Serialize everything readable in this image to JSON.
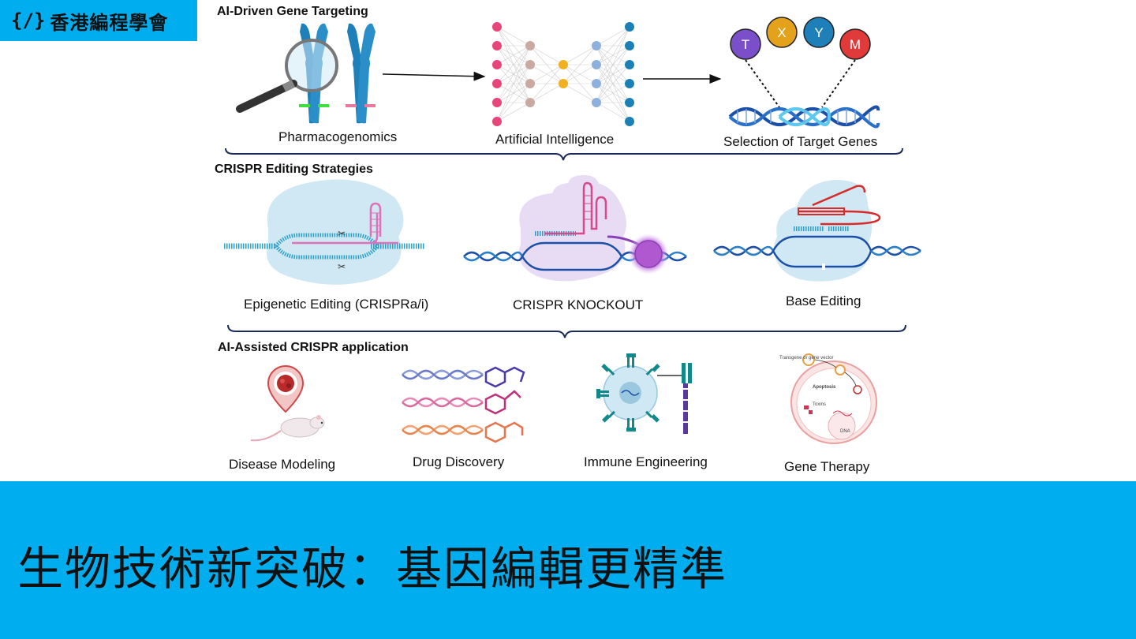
{
  "logo": {
    "brace": "{/}",
    "name": "香港編程學會"
  },
  "sections": {
    "ai_targeting": "AI-Driven Gene Targeting",
    "crispr_strategies": "CRISPR Editing Strategies",
    "ai_applications": "AI-Assisted CRISPR application"
  },
  "labels": {
    "pharmacogenomics": "Pharmacogenomics",
    "artificial_intelligence": "Artificial Intelligence",
    "selection": "Selection of Target Genes",
    "epigenetic": "Epigenetic Editing (CRISPRa/i)",
    "knockout": "CRISPR KNOCKOUT",
    "base_editing": "Base Editing",
    "disease_modeling": "Disease Modeling",
    "drug_discovery": "Drug Discovery",
    "immune_engineering": "Immune Engineering",
    "gene_therapy": "Gene Therapy"
  },
  "nucleotides": [
    {
      "letter": "T",
      "color": "#7b4fc9"
    },
    {
      "letter": "X",
      "color": "#e3a21a"
    },
    {
      "letter": "Y",
      "color": "#1f7fb8"
    },
    {
      "letter": "M",
      "color": "#e03a3a"
    }
  ],
  "gene_therapy_minis": {
    "vector": "Transgene or gene vector",
    "apoptosis": "Apoptosis",
    "toxins": "Toxins",
    "dna": "DNA"
  },
  "banner": {
    "headline": "生物技術新突破：基因編輯更精準"
  }
}
